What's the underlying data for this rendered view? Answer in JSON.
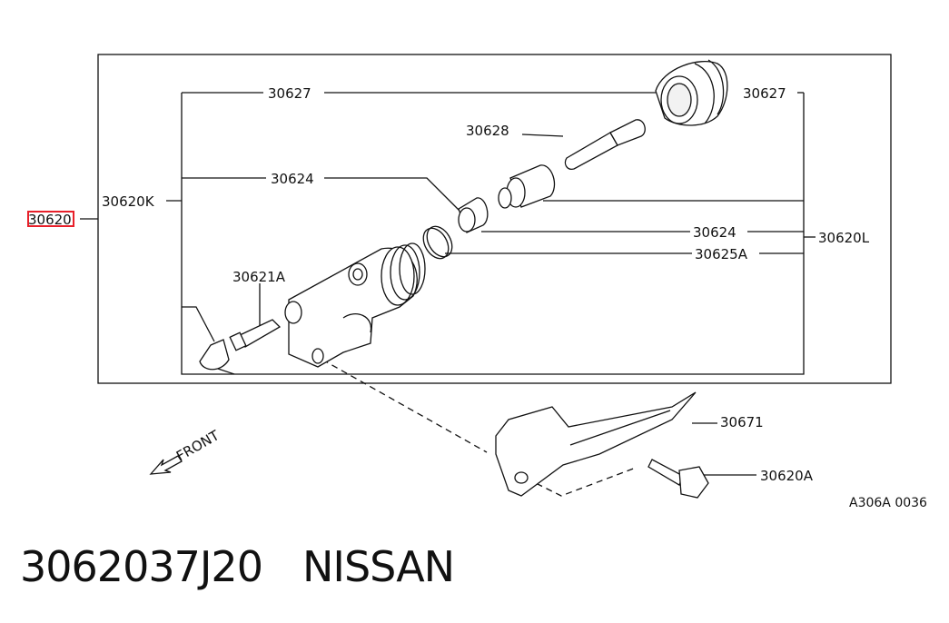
{
  "diagram": {
    "labels": {
      "main_part": "30620",
      "kit_k": "30620K",
      "kit_l": "30620L",
      "boot_left": "30627",
      "boot_right": "30627",
      "push_rod": "30628",
      "piston_left": "30624",
      "piston_right": "30624",
      "spring_ring": "30625A",
      "bleeder": "30621A",
      "bracket": "30671",
      "bolt": "30620A",
      "front": "FRONT",
      "drawing_code": "A306A 0036"
    },
    "highlight_color": "#e8202a"
  },
  "caption": {
    "part_number": "3062037J20",
    "brand": "NISSAN"
  }
}
